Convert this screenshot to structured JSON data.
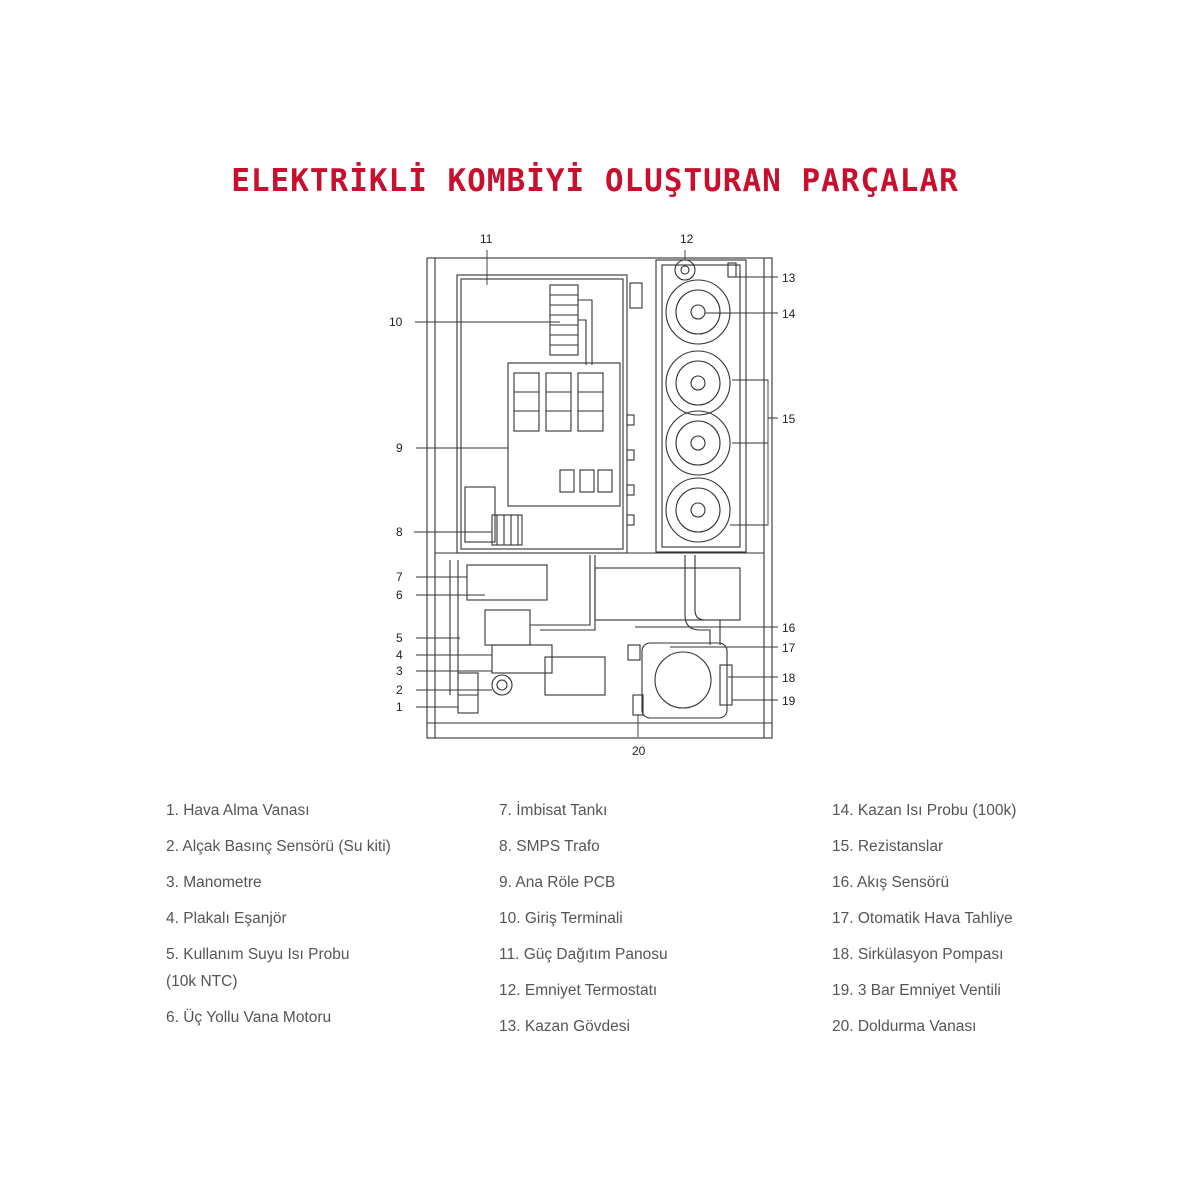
{
  "title": "ELEKTRİKLİ KOMBİYİ OLUŞTURAN PARÇALAR",
  "diagram": {
    "callouts": [
      "1",
      "2",
      "3",
      "4",
      "5",
      "6",
      "7",
      "8",
      "9",
      "10",
      "11",
      "12",
      "13",
      "14",
      "15",
      "16",
      "17",
      "18",
      "19",
      "20"
    ]
  },
  "legend": {
    "col1": [
      "1. Hava Alma Vanası",
      "2. Alçak Basınç Sensörü (Su kiti)",
      "3. Manometre",
      "4. Plakalı Eşanjör",
      "5. Kullanım Suyu Isı Probu\n(10k NTC)",
      "6. Üç Yollu Vana Motoru"
    ],
    "col2": [
      "7. İmbisat Tankı",
      "8. SMPS Trafo",
      "9. Ana Röle PCB",
      "10. Giriş Terminali",
      "11. Güç Dağıtım Panosu",
      "12. Emniyet Termostatı",
      "13. Kazan Gövdesi"
    ],
    "col3": [
      "14. Kazan Isı Probu (100k)",
      "15. Rezistanslar",
      "16. Akış Sensörü",
      "17. Otomatik Hava Tahliye",
      "18. Sirkülasyon Pompası",
      "19. 3 Bar Emniyet Ventili",
      "20. Doldurma Vanası"
    ]
  },
  "colors": {
    "title": "#c8102e",
    "line": "#333333",
    "legend_text": "#555555"
  }
}
